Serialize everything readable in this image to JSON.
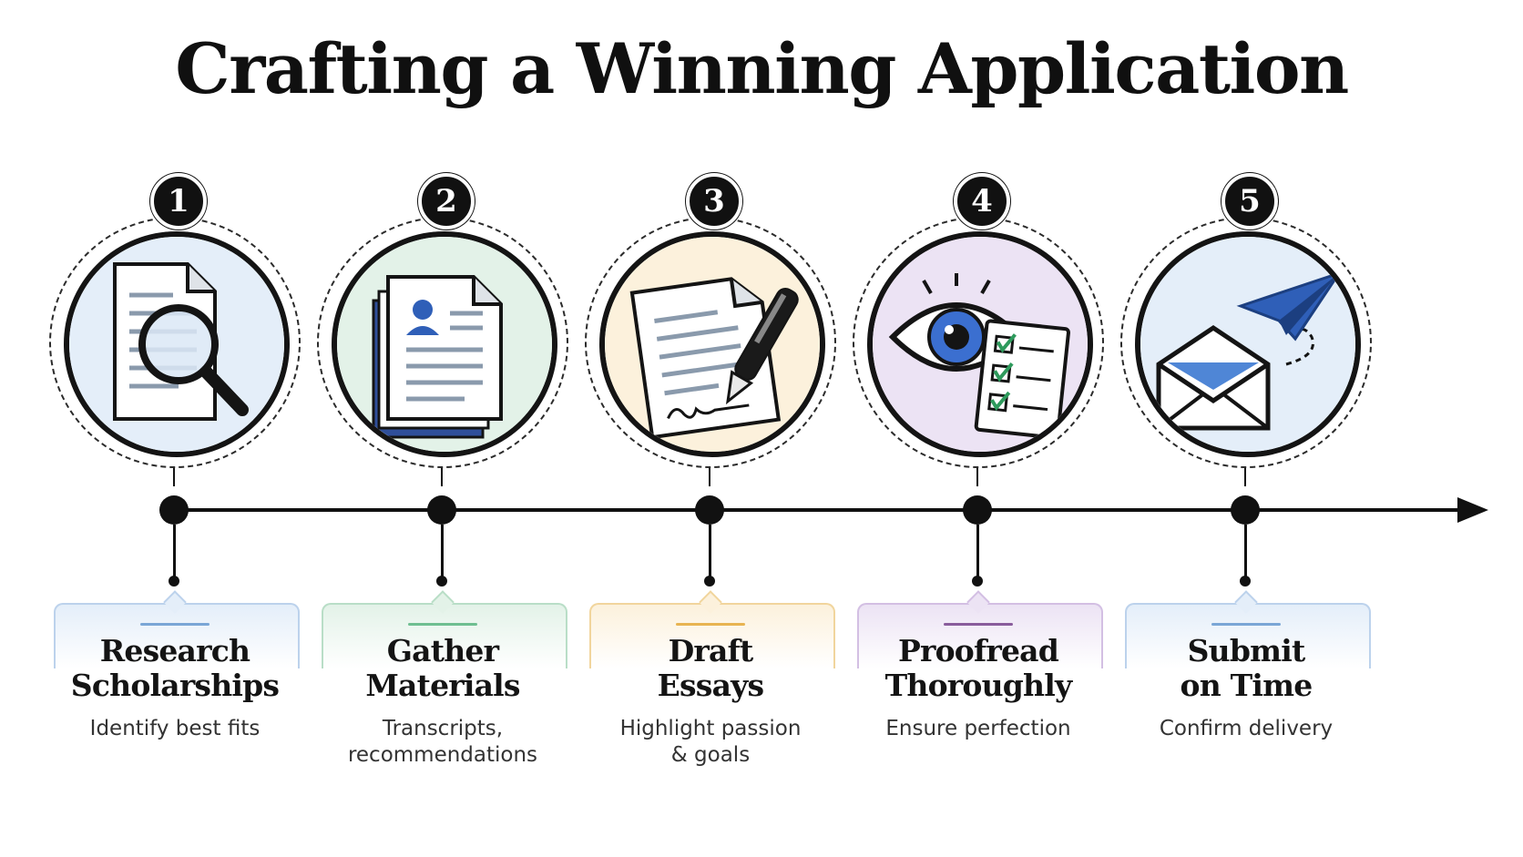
{
  "title": "Crafting a Winning Application",
  "colors": {
    "ink": "#141414",
    "blue_tint": "#e4eef9",
    "green_tint": "#e3f2e8",
    "yellow_tint": "#fcf1dc",
    "purple_tint": "#ece3f4",
    "blue_accent": "#7aa6d6",
    "green_accent": "#6fbf91",
    "yellow_accent": "#e8b452",
    "purple_accent": "#8a5c9c",
    "icon_blue": "#2f5fb8"
  },
  "steps": [
    {
      "number": "1",
      "title_line1": "Research",
      "title_line2": "Scholarships",
      "description_line1": "Identify best fits",
      "description_line2": "",
      "icon": "magnifier-document-icon",
      "theme": "blue"
    },
    {
      "number": "2",
      "title_line1": "Gather",
      "title_line2": "Materials",
      "description_line1": "Transcripts,",
      "description_line2": "recommendations",
      "icon": "documents-stack-icon",
      "theme": "green"
    },
    {
      "number": "3",
      "title_line1": "Draft",
      "title_line2": "Essays",
      "description_line1": "Highlight passion",
      "description_line2": "& goals",
      "icon": "pen-paper-icon",
      "theme": "yellow"
    },
    {
      "number": "4",
      "title_line1": "Proofread",
      "title_line2": "Thoroughly",
      "description_line1": "Ensure perfection",
      "description_line2": "",
      "icon": "eye-checklist-icon",
      "theme": "purple"
    },
    {
      "number": "5",
      "title_line1": "Submit",
      "title_line2": "on Time",
      "description_line1": "Confirm delivery",
      "description_line2": "",
      "icon": "envelope-paper-plane-icon",
      "theme": "blue"
    }
  ]
}
